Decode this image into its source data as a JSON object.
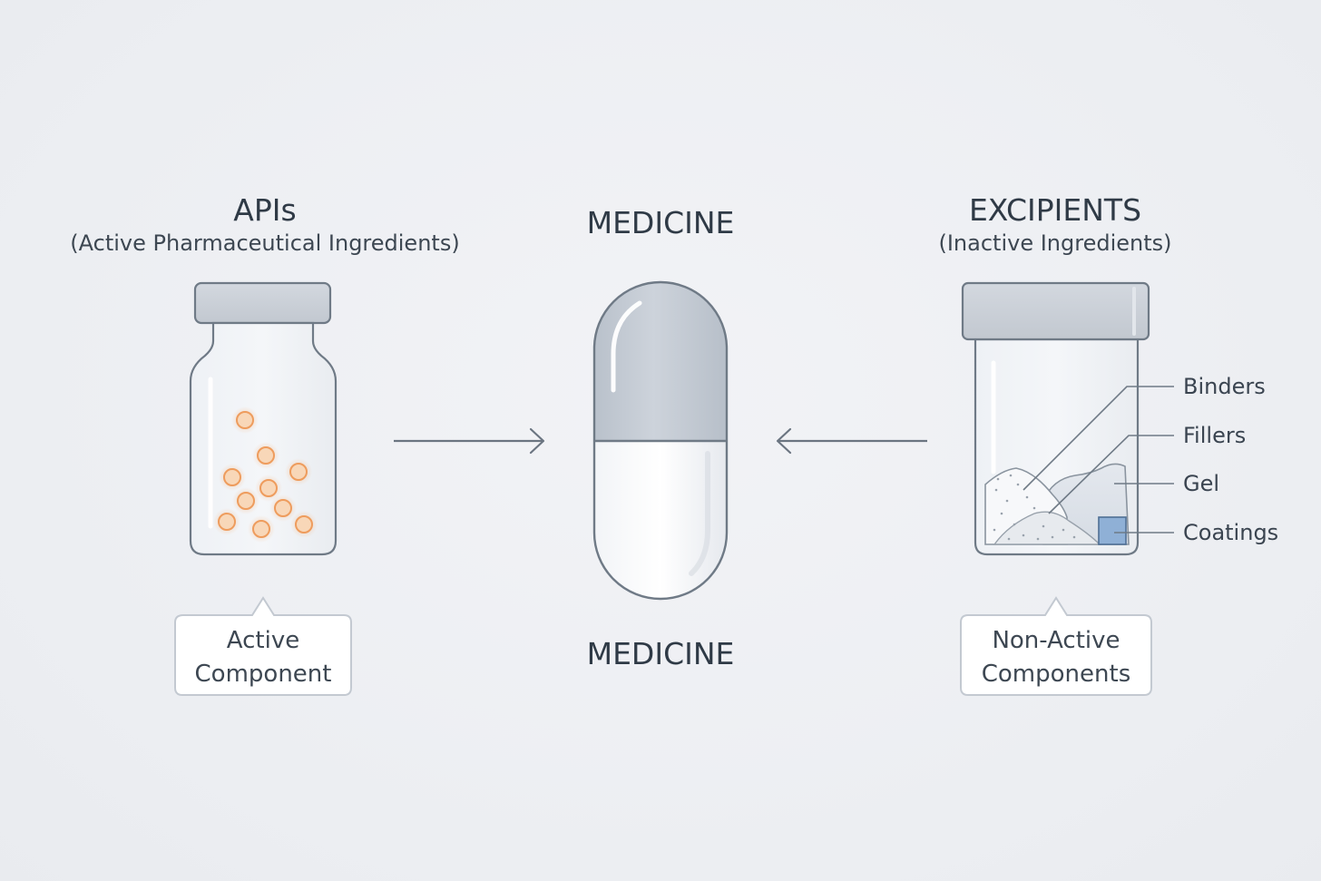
{
  "api_section": {
    "title": "APIs",
    "subtitle": "(Active Pharmaceutical Ingredients)",
    "callout_line1": "Active",
    "callout_line2": "Component"
  },
  "medicine_section": {
    "title_top": "MEDICINE",
    "title_bottom": "MEDICINE"
  },
  "excipients_section": {
    "title": "EXCIPIENTS",
    "subtitle": "(Inactive Ingredients)",
    "callout_line1": "Non-Active",
    "callout_line2": "Components",
    "labels": {
      "binders": "Binders",
      "fillers": "Fillers",
      "gel": "Gel",
      "coatings": "Coatings"
    }
  },
  "icons": {
    "api_container": "vial-icon",
    "api_particles": "pellets-icon",
    "medicine": "capsule-icon",
    "excipient_container": "jar-icon"
  },
  "colors": {
    "outline": "#6f7a86",
    "cap": "#c9cfd7",
    "capsule_top": "#c5ccd5",
    "capsule_bottom": "#f8f9fb",
    "pellet": "#f0a66a",
    "coating_square": "#8fb0d6",
    "arrow": "#6b7581",
    "text": "#2f3a46"
  }
}
